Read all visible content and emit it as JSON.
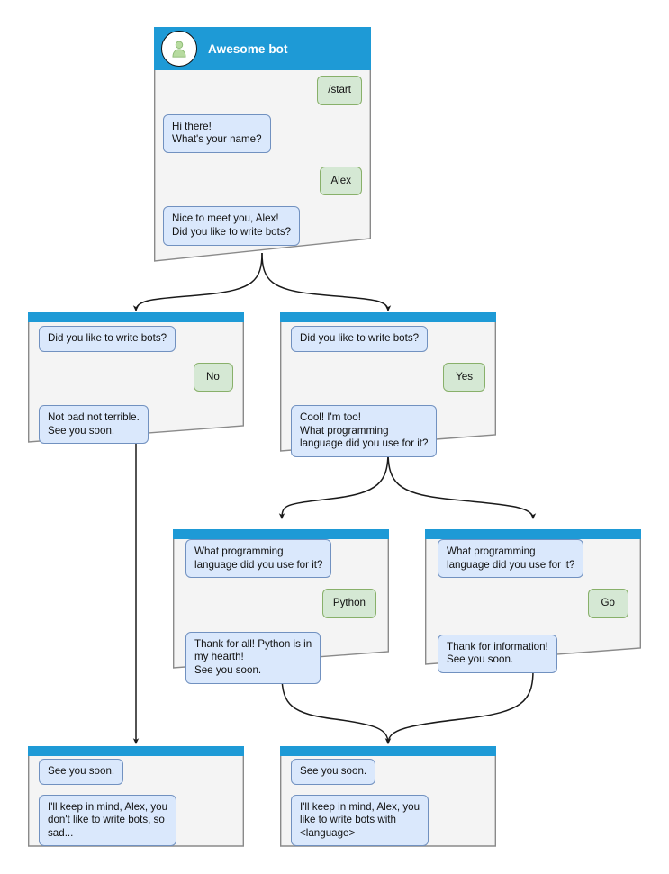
{
  "theme": {
    "header_blue": "#1e9ad6",
    "card_bg": "#f4f4f4",
    "card_border": "#888888",
    "bot_bubble_bg": "#dae8fc",
    "bot_bubble_border": "#7191c0",
    "user_bubble_bg": "#d5e8d4",
    "user_bubble_border": "#88b06a",
    "edge_color": "#1a1a1a",
    "avatar_fill": "#a9d18e",
    "title_color": "#ffffff",
    "page_bg": "#ffffff"
  },
  "diagram": {
    "type": "flowchart",
    "title": "Awesome bot conversation flow"
  },
  "cards": [
    {
      "id": "start",
      "has_title": true,
      "avatar_icon": "user-avatar-icon",
      "title": "Awesome bot",
      "messages": [
        {
          "from": "user",
          "text": "/start"
        },
        {
          "from": "bot",
          "text": "Hi there!\nWhat's your name?"
        },
        {
          "from": "user",
          "text": "Alex"
        },
        {
          "from": "bot",
          "text": "Nice to meet you, Alex!\nDid you like to write bots?"
        }
      ]
    },
    {
      "id": "answer-no",
      "has_title": false,
      "title": "",
      "messages": [
        {
          "from": "bot",
          "text": "Did you like to write bots?"
        },
        {
          "from": "user",
          "text": "No"
        },
        {
          "from": "bot",
          "text": "Not bad not terrible.\nSee you soon."
        }
      ]
    },
    {
      "id": "answer-yes",
      "has_title": false,
      "title": "",
      "messages": [
        {
          "from": "bot",
          "text": "Did you like to write bots?"
        },
        {
          "from": "user",
          "text": "Yes"
        },
        {
          "from": "bot",
          "text": "Cool! I'm too!\nWhat programming\nlanguage did you use for it?"
        }
      ]
    },
    {
      "id": "lang-python",
      "has_title": false,
      "title": "",
      "messages": [
        {
          "from": "bot",
          "text": "What programming\nlanguage did you use for it?"
        },
        {
          "from": "user",
          "text": "Python"
        },
        {
          "from": "bot",
          "text": "Thank for all! Python is in\nmy hearth!\nSee you soon."
        }
      ]
    },
    {
      "id": "lang-go",
      "has_title": false,
      "title": "",
      "messages": [
        {
          "from": "bot",
          "text": "What programming\nlanguage did you use for it?"
        },
        {
          "from": "user",
          "text": "Go"
        },
        {
          "from": "bot",
          "text": "Thank for information!\nSee you soon."
        }
      ]
    },
    {
      "id": "end-sad",
      "has_title": false,
      "title": "",
      "messages": [
        {
          "from": "bot",
          "text": "See you soon."
        },
        {
          "from": "bot",
          "text": "I'll keep in mind, Alex, you\ndon't like to write bots, so\nsad..."
        }
      ]
    },
    {
      "id": "end-happy",
      "has_title": false,
      "title": "",
      "messages": [
        {
          "from": "bot",
          "text": "See you soon."
        },
        {
          "from": "bot",
          "text": "I'll keep in mind, Alex, you\nlike to write bots with\n<language>"
        }
      ]
    }
  ],
  "edges": [
    {
      "from": "start",
      "to": "answer-no"
    },
    {
      "from": "start",
      "to": "answer-yes"
    },
    {
      "from": "answer-no",
      "to": "end-sad"
    },
    {
      "from": "answer-yes",
      "to": "lang-python"
    },
    {
      "from": "answer-yes",
      "to": "lang-go"
    },
    {
      "from": "lang-python",
      "to": "end-happy"
    },
    {
      "from": "lang-go",
      "to": "end-happy"
    }
  ]
}
